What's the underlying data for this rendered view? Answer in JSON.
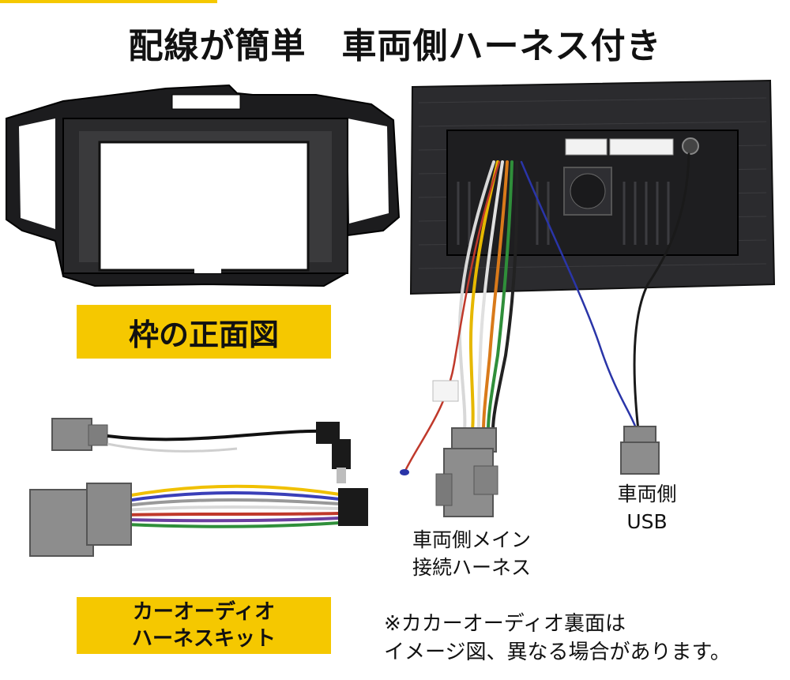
{
  "headline": "配線が簡単　車両側ハーネス付き",
  "frame_label": "枠の正面図",
  "kit_label": [
    "カーオーディオ",
    "ハーネスキット"
  ],
  "usb_caption": [
    "車両側",
    "USB"
  ],
  "main_harness_caption": [
    "車両側メイン",
    "接続ハーネス"
  ],
  "note": [
    "※カカーオーディオ裏面は",
    "イメージ図、異なる場合があります。"
  ],
  "colors": {
    "accent_yellow": "#f5c800",
    "frame_black": "#1c1c1e",
    "connector_gray": "#8a8a8a"
  }
}
